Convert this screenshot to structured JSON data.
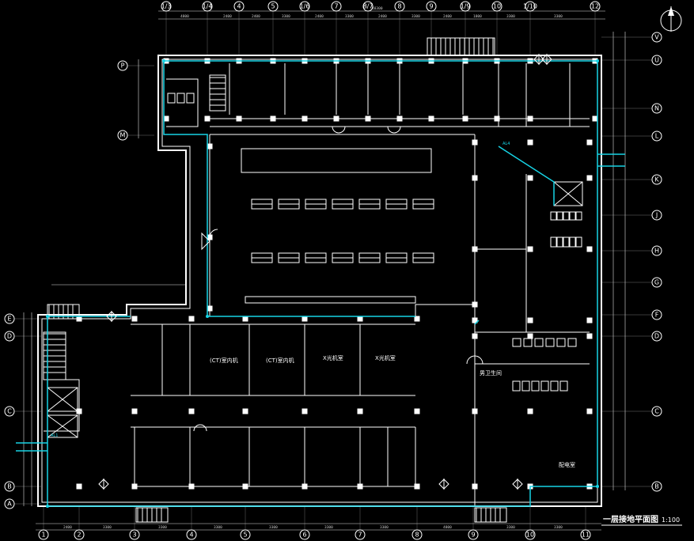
{
  "drawing": {
    "title": "一层接地平面图",
    "scale": "1:100"
  },
  "grid": {
    "top": [
      "1/3",
      "1/4",
      "4",
      "5",
      "1/6",
      "7",
      "8/7",
      "8",
      "9",
      "1/9",
      "10",
      "1/10",
      "12"
    ],
    "bottom": [
      "1",
      "2",
      "3",
      "4",
      "5",
      "6",
      "7",
      "8",
      "9",
      "10",
      "11"
    ],
    "left": [
      "P",
      "M",
      "E",
      "D",
      "C",
      "B",
      "A"
    ],
    "right": [
      "V",
      "U",
      "N",
      "L",
      "K",
      "J",
      "H",
      "G",
      "F",
      "D",
      "C",
      "B"
    ]
  },
  "rooms": [
    {
      "label": "(CT)室内机",
      "key": "ct1"
    },
    {
      "label": "(CT)室内机",
      "key": "ct2"
    },
    {
      "label": "X光机室",
      "key": "x1"
    },
    {
      "label": "X光机室",
      "key": "x2"
    },
    {
      "label": "男卫生间",
      "key": "toilet"
    },
    {
      "label": "配电室",
      "key": "elec"
    }
  ],
  "labels": {
    "ct_label": "(CT)",
    "dim_total": "48300",
    "al1": "AL1",
    "al4": "AL4"
  },
  "colors": {
    "background": "#000000",
    "lines": "#ffffff",
    "grounding": "#17d4e6"
  }
}
